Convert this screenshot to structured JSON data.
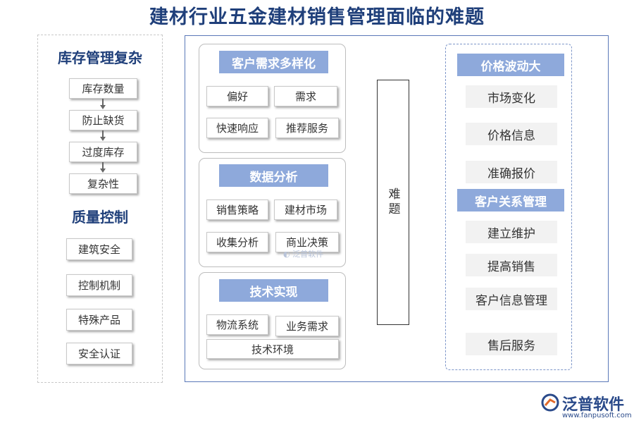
{
  "title": "建材行业五金建材销售管理面临的难题",
  "left": {
    "section1": {
      "title": "库存管理复杂",
      "items": [
        "库存数量",
        "防止缺货",
        "过度库存",
        "复杂性"
      ]
    },
    "section2": {
      "title": "质量控制",
      "items": [
        "建筑安全",
        "控制机制",
        "特殊产品",
        "安全认证"
      ]
    }
  },
  "groups": [
    {
      "title": "客户需求多样化",
      "items": [
        "偏好",
        "需求",
        "快速响应",
        "推荐服务"
      ]
    },
    {
      "title": "数据分析",
      "items": [
        "销售策略",
        "建材市场",
        "收集分析",
        "商业决策"
      ]
    },
    {
      "title": "技术实现",
      "items": [
        "物流系统",
        "业务需求",
        "技术环境"
      ]
    }
  ],
  "center": {
    "label": "难题"
  },
  "right": {
    "section1": {
      "title": "价格波动大",
      "items": [
        "市场变化",
        "价格信息",
        "准确报价"
      ]
    },
    "section2": {
      "title": "客户关系管理",
      "items": [
        "建立维护",
        "提高销售",
        "客户信息管理",
        "售后服务"
      ]
    }
  },
  "watermark": {
    "text": "泛普软件"
  },
  "logo": {
    "name": "泛普软件",
    "url": "www.fanpusoft.com"
  },
  "colors": {
    "header_blue": "#8ea9db",
    "title_navy": "#1f3f7a",
    "frame_blue": "#5a78b8"
  }
}
